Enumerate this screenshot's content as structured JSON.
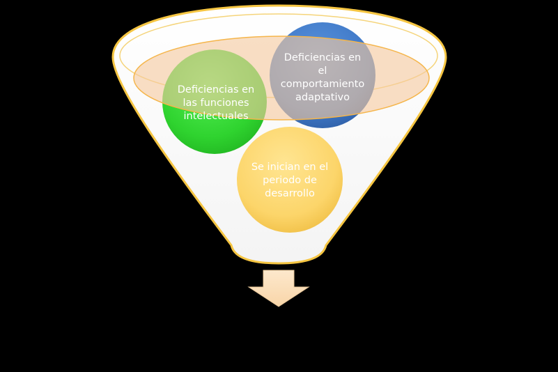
{
  "diagram": {
    "circles": {
      "intellectual": {
        "lines": [
          "Deficiencias en",
          "las funciones",
          "intelectuales"
        ],
        "color": "#2fd32f"
      },
      "adaptive": {
        "lines": [
          "Deficiencias en",
          "el",
          "comportamiento",
          "adaptativo"
        ],
        "color": "#3f79c8"
      },
      "development": {
        "lines": [
          "Se inician en el",
          "periodo de",
          "desarrollo"
        ],
        "color": "#fcd56a"
      }
    },
    "funnel": {
      "fill": "#ffffff",
      "border": "#f5c542",
      "rim_fill": "#f6c9a0"
    },
    "arrow": {
      "fill": "#fce0bd",
      "icon": "down-arrow-icon"
    }
  }
}
